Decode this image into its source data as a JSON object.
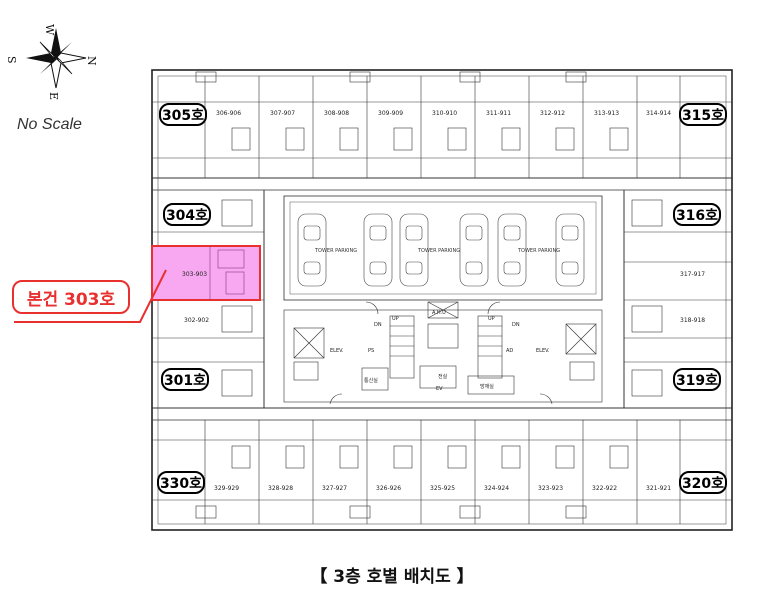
{
  "compass": {
    "n": "N",
    "s": "S",
    "e": "E",
    "w": "W"
  },
  "scale_note": "No Scale",
  "caption": "【 3층 호별 배치도 】",
  "callout": {
    "label": "본건 303호"
  },
  "room_labels": {
    "r305": "305호",
    "r315": "315호",
    "r304": "304호",
    "r316": "316호",
    "r301": "301호",
    "r319": "319호",
    "r330": "330호",
    "r320": "320호"
  },
  "top_units": [
    "306-906",
    "307-907",
    "308-908",
    "309-909",
    "310-910",
    "311-911",
    "312-912",
    "313-913",
    "314-914"
  ],
  "bottom_units": [
    "329-929",
    "328-928",
    "327-927",
    "326-926",
    "325-925",
    "324-924",
    "323-923",
    "322-922",
    "321-921"
  ],
  "left_units": {
    "u303": "303-903",
    "u302": "302-902"
  },
  "right_units": {
    "u317": "317-917",
    "u318": "318-918"
  },
  "parking_labels": [
    "TOWER PARKING",
    "TOWER PARKING",
    "TOWER PARKING"
  ],
  "core_labels": {
    "elev_left": "ELEV.",
    "elev_right": "ELEV.",
    "up1": "UP",
    "up2": "UP",
    "dn1": "DN",
    "dn2": "DN",
    "ps": "PS",
    "ad": "AD",
    "ev": "EV",
    "ahu": "A.H.U",
    "room1": "전실",
    "room2": "통신실",
    "room3": "방재실"
  },
  "colors": {
    "highlight": "#f7a8f0",
    "callout": "#e8312f"
  }
}
